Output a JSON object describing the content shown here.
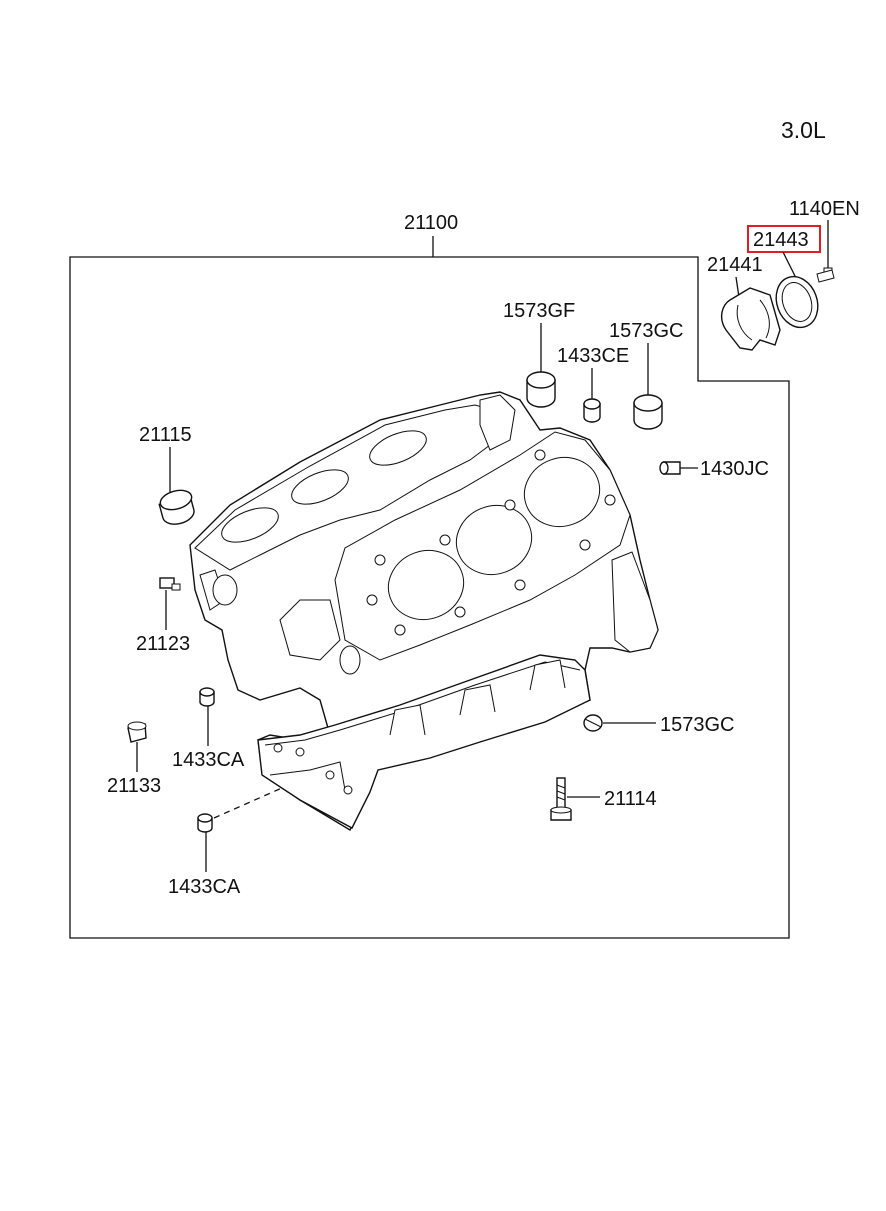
{
  "engine": "3.0L",
  "callouts": {
    "c21100": "21100",
    "c1140EN": "1140EN",
    "c21443": "21443",
    "c21441": "21441",
    "c1573GF": "1573GF",
    "c1573GC_top": "1573GC",
    "c1433CE": "1433CE",
    "c21115": "21115",
    "c1430JC": "1430JC",
    "c21123": "21123",
    "c1573GC_bottom": "1573GC",
    "c1433CA_mid": "1433CA",
    "c21133": "21133",
    "c21114": "21114",
    "c1433CA_bottom": "1433CA"
  },
  "highlight_color": "#e02020"
}
